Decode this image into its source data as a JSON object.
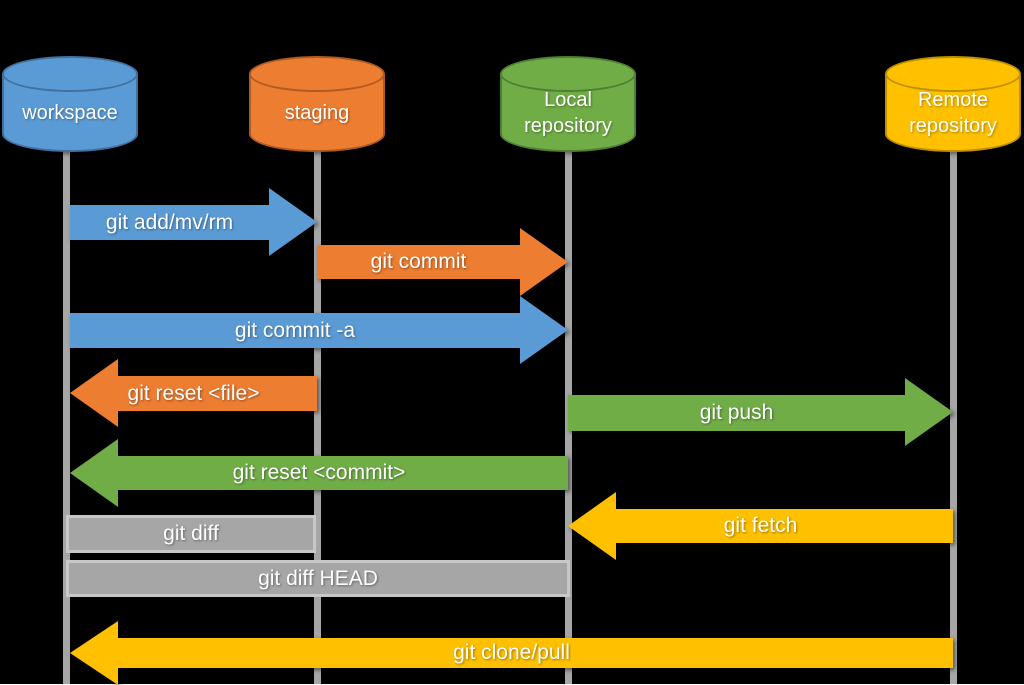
{
  "diagram": {
    "type": "git-workflow-sequence-diagram",
    "colors": {
      "background": "#000000",
      "lifeline": "#A6A6A6",
      "blue": "#5B9BD5",
      "orange": "#ED7D31",
      "green": "#70AD47",
      "yellow": "#FFC000",
      "gray": "#A6A6A6",
      "text": "#FFFFFF"
    }
  },
  "nodes": [
    {
      "id": "workspace",
      "label": "workspace",
      "shape": "cylinder",
      "color": "#5B9BD5",
      "border": "#41719C"
    },
    {
      "id": "staging",
      "label": "staging",
      "shape": "cylinder",
      "color": "#ED7D31",
      "border": "#AE5A21"
    },
    {
      "id": "local-repository",
      "label": "Local repository",
      "shape": "cylinder",
      "color": "#70AD47",
      "border": "#507E32"
    },
    {
      "id": "remote-repository",
      "label": "Remote repository",
      "shape": "cylinder",
      "color": "#FFC000",
      "border": "#BF9000"
    }
  ],
  "arrows": [
    {
      "label": "git add/mv/rm",
      "from": "workspace",
      "to": "staging",
      "direction": "right",
      "color": "#5B9BD5"
    },
    {
      "label": "git commit",
      "from": "staging",
      "to": "local-repository",
      "direction": "right",
      "color": "#ED7D31"
    },
    {
      "label": "git commit -a",
      "from": "workspace",
      "to": "local-repository",
      "direction": "right",
      "color": "#5B9BD5"
    },
    {
      "label": "git reset <file>",
      "from": "staging",
      "to": "workspace",
      "direction": "left",
      "color": "#ED7D31"
    },
    {
      "label": "git push",
      "from": "local-repository",
      "to": "remote-repository",
      "direction": "right",
      "color": "#70AD47"
    },
    {
      "label": "git reset <commit>",
      "from": "local-repository",
      "to": "workspace",
      "direction": "left",
      "color": "#70AD47"
    },
    {
      "label": "git fetch",
      "from": "remote-repository",
      "to": "local-repository",
      "direction": "left",
      "color": "#FFC000"
    },
    {
      "label": "git clone/pull",
      "from": "remote-repository",
      "to": "workspace",
      "direction": "left",
      "color": "#FFC000"
    }
  ],
  "boxes": [
    {
      "label": "git diff",
      "from": "workspace",
      "to": "staging",
      "color": "#A6A6A6",
      "border": "#C8C8C8"
    },
    {
      "label": "git diff HEAD",
      "from": "workspace",
      "to": "local-repository",
      "color": "#A6A6A6",
      "border": "#C8C8C8"
    }
  ]
}
